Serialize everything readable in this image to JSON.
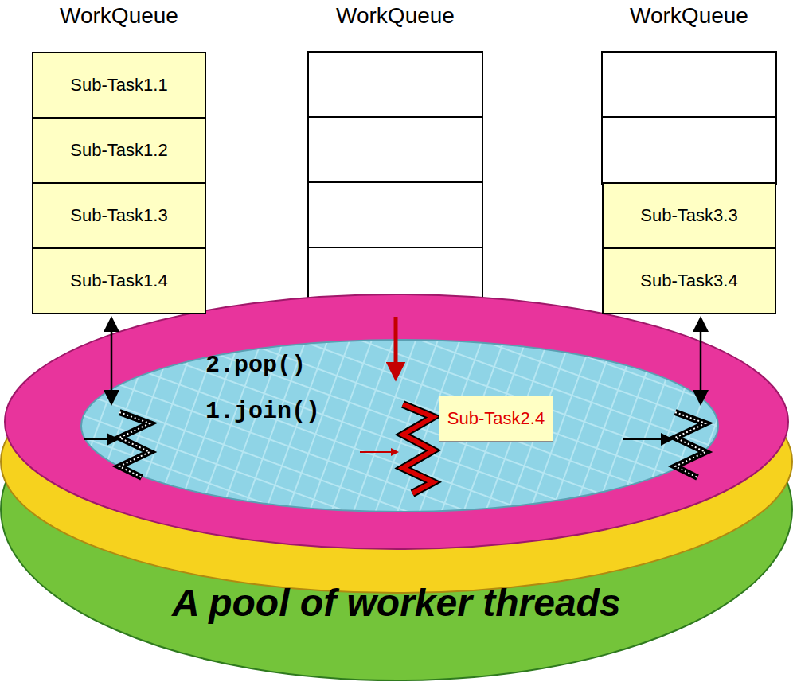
{
  "diagram": {
    "nodes": [
      {
        "text": [
          "WorkQueue"
        ]
      },
      {
        "text": [
          "Sub-Task1.1"
        ],
        "in": 0
      },
      {
        "text": [
          "Sub-Task1.2"
        ],
        "in": 0
      },
      {
        "text": [
          "Sub-Task1.3"
        ],
        "in": 0
      },
      {
        "text": [
          "Sub-Task1.4"
        ],
        "in": 0
      },
      {
        "text": [
          "WorkQueue"
        ]
      },
      {
        "text": [
          "WorkQueue"
        ]
      },
      {
        "text": [
          "Sub-Task3.3"
        ],
        "in": 6
      },
      {
        "text": [
          "Sub-Task3.4"
        ],
        "in": 6
      },
      {
        "text": [
          "Sub-Task2.4"
        ]
      }
    ],
    "labels": [
      "2.pop()",
      "1.join()",
      "A pool of worker threads"
    ]
  }
}
